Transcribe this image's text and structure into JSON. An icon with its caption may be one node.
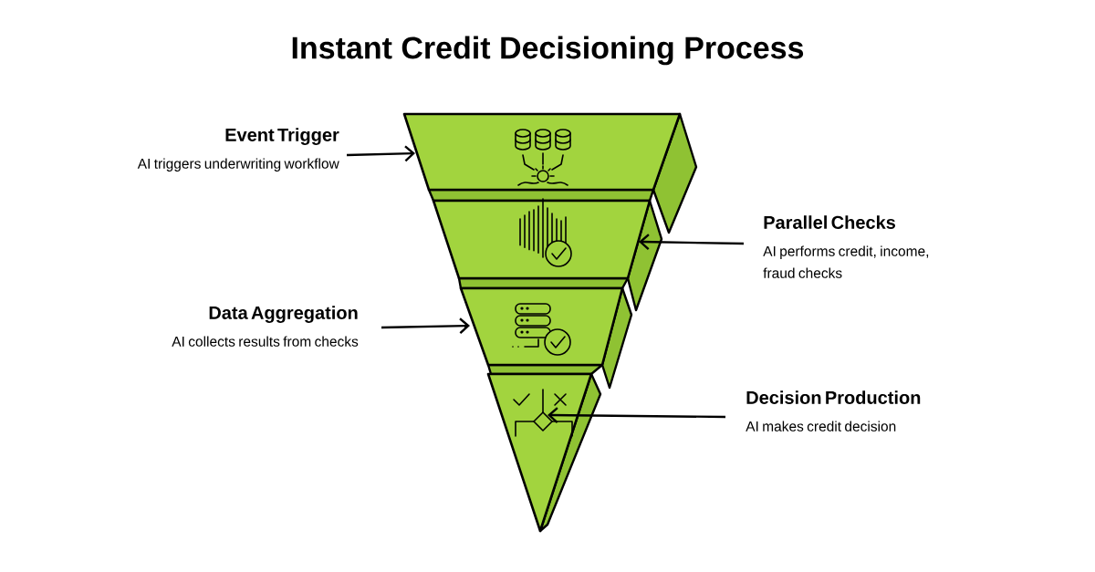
{
  "diagram": {
    "title": "Instant Credit Decisioning Process",
    "nodes": [
      {
        "text": [
          "Event Trigger",
          "AI triggers underwriting workflow"
        ]
      },
      {
        "text": [
          "Parallel Checks",
          "AI performs credit, income, fraud checks"
        ]
      },
      {
        "text": [
          "Data Aggregation",
          "AI collects results from checks"
        ]
      },
      {
        "text": [
          "Decision Production",
          "AI makes credit decision"
        ]
      },
      {
        "text": [],
        "shape": "trapezoid"
      },
      {
        "text": [],
        "shape": "trapezoid"
      },
      {
        "text": [],
        "shape": "trapezoid"
      },
      {
        "text": [],
        "shape": "triangle"
      }
    ],
    "edges": [
      {
        "from": 0,
        "to": 4,
        "arrow": "to"
      },
      {
        "from": 1,
        "to": 5,
        "arrow": "to"
      },
      {
        "from": 2,
        "to": 6,
        "arrow": "to"
      },
      {
        "from": 3,
        "to": 7,
        "arrow": "to"
      }
    ]
  }
}
